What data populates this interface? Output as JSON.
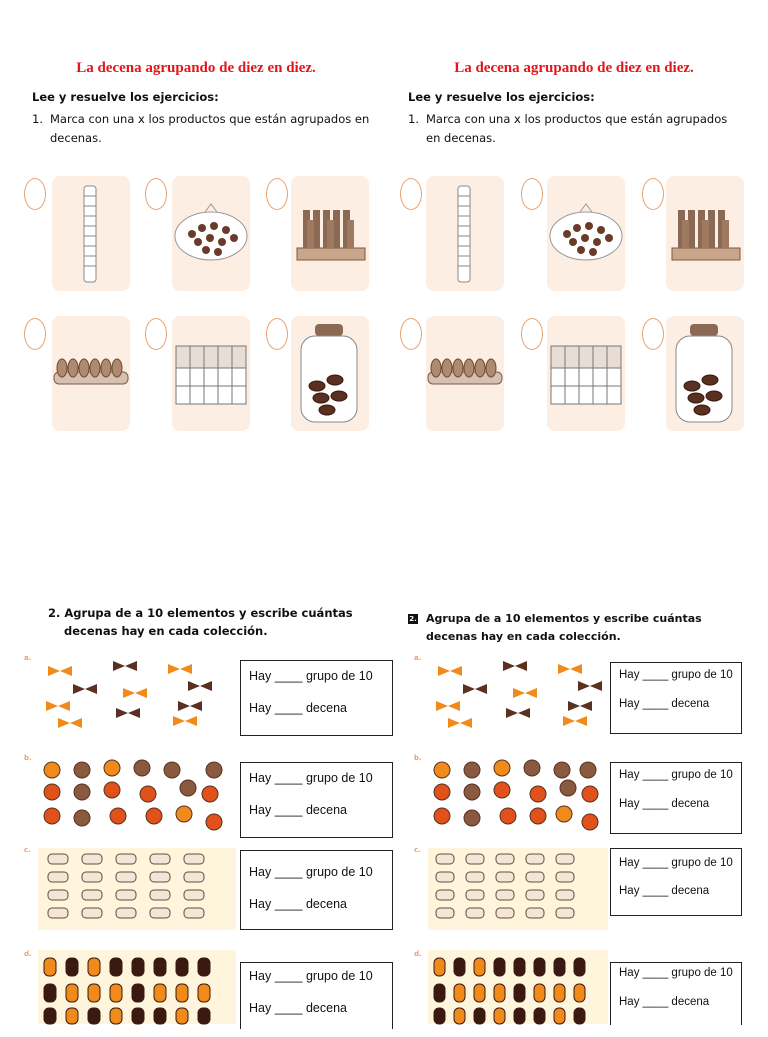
{
  "worksheet": {
    "title": "La decena agrupando de diez en diez.",
    "instruction": "Lee y resuelve los ejercicios:",
    "exercise1": {
      "number": "1.",
      "left_line1": "Marca con una x los productos que están agrupados en",
      "left_line2": "decenas.",
      "right_line1": "Marca con una x los productos que están agrupados",
      "right_line2": "en decenas.",
      "products": [
        "stack-of-cups",
        "bag-of-chocolates",
        "tray-of-bottles",
        "egg-tray",
        "stack-of-boxes",
        "jar-of-cookies"
      ]
    },
    "exercise2": {
      "left_number": "2.",
      "right_number": "2.",
      "line1": "Agrupa de a 10 elementos y escribe cuántas",
      "line2": "decenas hay en cada colección.",
      "rows": [
        {
          "label": "a.",
          "items": "bow-ties",
          "box_line1": "Hay ____ grupo de 10",
          "box_line2": "Hay ____ decena"
        },
        {
          "label": "b.",
          "items": "buttons",
          "box_line1": "Hay ____ grupo de 10",
          "box_line2": "Hay ____ decena"
        },
        {
          "label": "c.",
          "items": "cookies",
          "box_line1": "Hay ____ grupo de 10",
          "box_line2": "Hay ____ decena"
        },
        {
          "label": "d.",
          "items": "popsicles",
          "box_line1": "Hay ____ grupo de 10",
          "box_line2": "Hay ____ decena"
        }
      ]
    },
    "colors": {
      "title": "#e3161b",
      "card_bg": "#fdeee3",
      "oval_border": "#e9a170"
    }
  }
}
